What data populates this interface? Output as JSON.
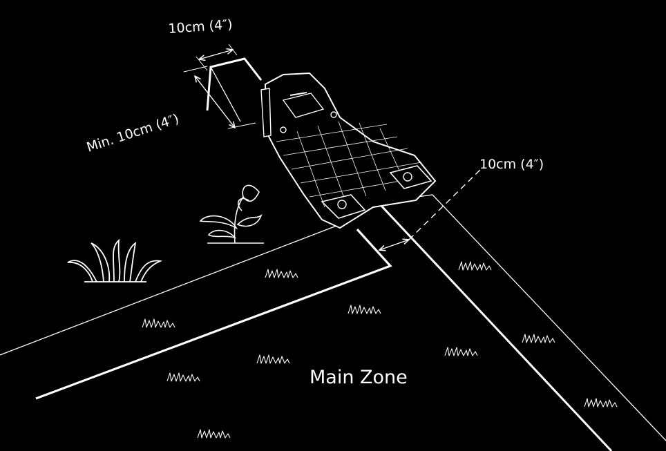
{
  "diagram": {
    "label_top_width": "10cm (4″)",
    "label_min_length": "Min. 10cm (4″)",
    "label_right_width": "10cm (4″)",
    "label_zone": "Main Zone"
  },
  "colors": {
    "background": "#000000",
    "line": "#ffffff"
  },
  "icons": {
    "docking_station": "docking-station-icon",
    "plant": "plant-icon",
    "grass_clump": "grass-clump-icon",
    "grass_tuft": "grass-tuft-icon"
  }
}
